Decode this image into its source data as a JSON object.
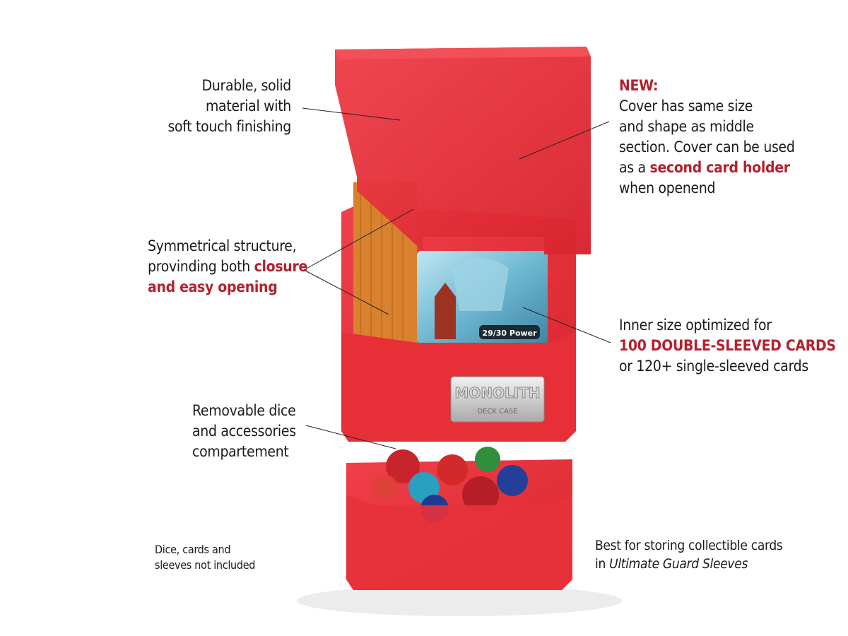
{
  "colors": {
    "accent": "#b5202e",
    "box_red": "#e8323a",
    "text": "#1a1a1a"
  },
  "callouts": {
    "material": {
      "lines": [
        "Durable, solid",
        "material with",
        "soft touch finishing"
      ]
    },
    "cover": {
      "heading": "NEW:",
      "line1": "Cover has same size",
      "line2": "and shape as middle",
      "line3": "section. Cover can be used",
      "line4_prefix": "as a ",
      "line4_accent": "second card holder",
      "line5": "when openend"
    },
    "structure": {
      "line1": "Symmetrical structure,",
      "line2_prefix": "provinding both ",
      "line2_accent": "closure",
      "line3_accent": "and easy opening"
    },
    "inner_size": {
      "line1": "Inner size optimized for",
      "line2_accent": "100 DOUBLE-SLEEVED CARDS",
      "line3": "or 120+ single-sleeved cards"
    },
    "dice": {
      "lines": [
        "Removable dice",
        "and accessories",
        "compartement"
      ]
    },
    "disclaimer": {
      "lines": [
        "Dice, cards and",
        "sleeves not included"
      ]
    },
    "sleeves": {
      "line1": "Best for storing collectible cards",
      "line2_prefix": "in ",
      "line2_italic": "Ultimate Guard Sleeves"
    }
  },
  "product": {
    "card_badge": "29/30 Power",
    "plaque_title": "MONOLITH",
    "plaque_sub": "DECK CASE"
  }
}
